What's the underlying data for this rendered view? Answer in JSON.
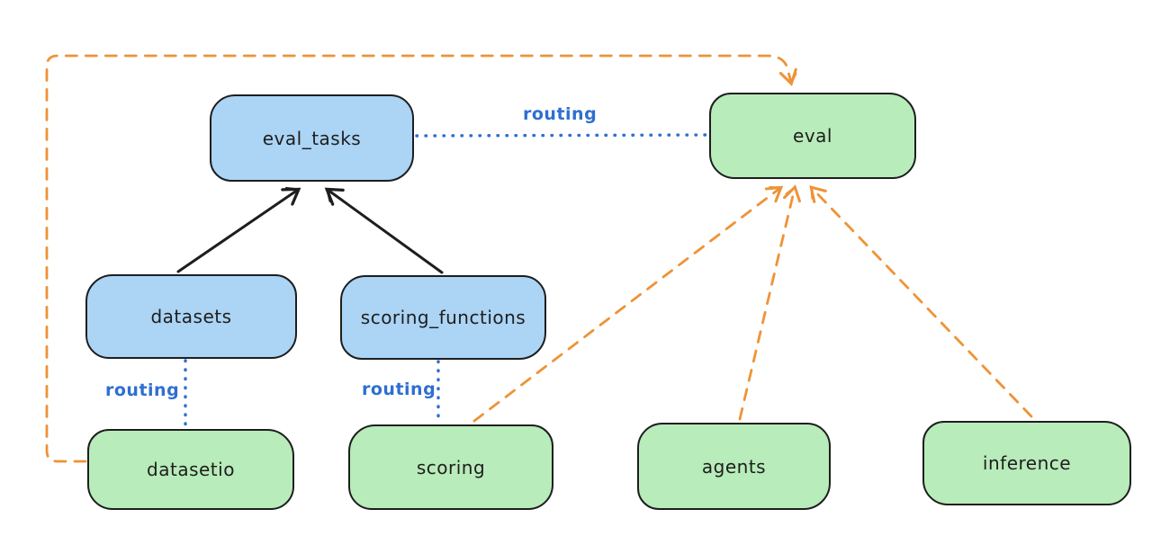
{
  "diagram": {
    "colors": {
      "canvas_bg": "#ffffff",
      "stroke": "#1e1e1e",
      "blue_fill": "#abd4f5",
      "green_fill": "#b8ecba",
      "orange": "#ee9336",
      "blue_line": "#2e6fd0"
    },
    "nodes": [
      {
        "id": "eval_tasks",
        "label": "eval_tasks",
        "color": "blue"
      },
      {
        "id": "eval",
        "label": "eval",
        "color": "green"
      },
      {
        "id": "datasets",
        "label": "datasets",
        "color": "blue"
      },
      {
        "id": "scoring_functions",
        "label": "scoring_functions",
        "color": "blue"
      },
      {
        "id": "datasetio",
        "label": "datasetio",
        "color": "green"
      },
      {
        "id": "scoring",
        "label": "scoring",
        "color": "green"
      },
      {
        "id": "agents",
        "label": "agents",
        "color": "green"
      },
      {
        "id": "inference",
        "label": "inference",
        "color": "green"
      }
    ],
    "edges": [
      {
        "from": "datasets",
        "to": "eval_tasks",
        "style": "solid",
        "color": "black",
        "arrow": true,
        "label": ""
      },
      {
        "from": "scoring_functions",
        "to": "eval_tasks",
        "style": "solid",
        "color": "black",
        "arrow": true,
        "label": ""
      },
      {
        "from": "eval_tasks",
        "to": "eval",
        "style": "dotted",
        "color": "blue",
        "arrow": false,
        "label": "routing"
      },
      {
        "from": "datasets",
        "to": "datasetio",
        "style": "dotted",
        "color": "blue",
        "arrow": false,
        "label": "routing"
      },
      {
        "from": "scoring_functions",
        "to": "scoring",
        "style": "dotted",
        "color": "blue",
        "arrow": false,
        "label": "routing"
      },
      {
        "from": "datasetio",
        "to": "eval",
        "style": "dashed",
        "color": "orange",
        "arrow": true,
        "label": ""
      },
      {
        "from": "scoring",
        "to": "eval",
        "style": "dashed",
        "color": "orange",
        "arrow": true,
        "label": ""
      },
      {
        "from": "agents",
        "to": "eval",
        "style": "dashed",
        "color": "orange",
        "arrow": true,
        "label": ""
      },
      {
        "from": "inference",
        "to": "eval",
        "style": "dashed",
        "color": "orange",
        "arrow": true,
        "label": ""
      }
    ],
    "edge_labels": [
      {
        "text": "routing"
      },
      {
        "text": "routing"
      },
      {
        "text": "routing"
      }
    ]
  }
}
